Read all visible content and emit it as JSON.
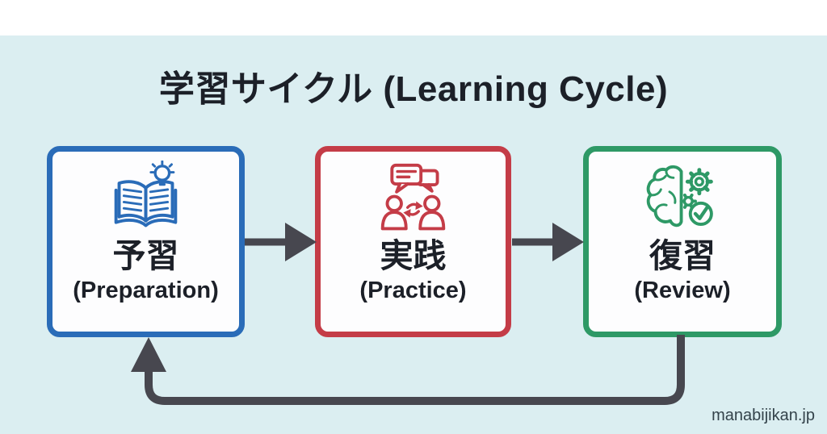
{
  "title": "学習サイクル (Learning Cycle)",
  "watermark": "manabijikan.jp",
  "steps": [
    {
      "kanji": "予習",
      "english": "(Preparation)",
      "accent": "#2a6cb8",
      "icon": "book-lightbulb-icon"
    },
    {
      "kanji": "実践",
      "english": "(Practice)",
      "accent": "#c43c47",
      "icon": "discussion-swap-icon"
    },
    {
      "kanji": "復習",
      "english": "(Review)",
      "accent": "#2e9966",
      "icon": "brain-gears-check-icon"
    }
  ],
  "flow": {
    "sequence": [
      "予習 → 実践",
      "実践 → 復習",
      "復習 → 予習 (loop back)"
    ],
    "arrow_color": "#47474f"
  },
  "colors": {
    "page_background": "#ffffff",
    "canvas_background": "#dbeef1",
    "box_background": "#fdfdfe",
    "text": "#1c2028",
    "watermark_text": "#34434b"
  }
}
